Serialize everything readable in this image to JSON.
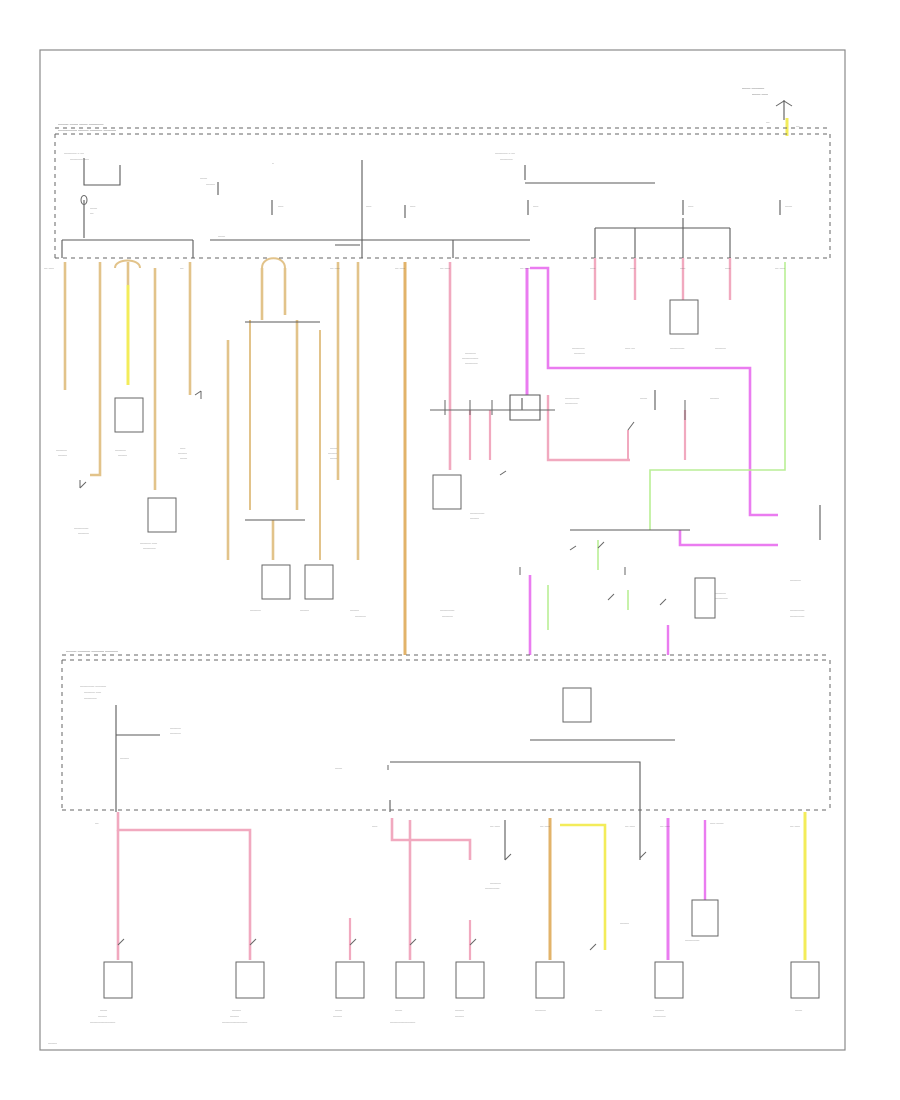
{
  "colors": {
    "background": "#ffffff",
    "wire_black": "#5a5a5a",
    "wire_tan": "#e2c38a",
    "wire_yellow": "#f3ec5a",
    "wire_pink": "#f1a9bf",
    "wire_magenta": "#ea7cf0",
    "wire_green": "#b9ee95"
  },
  "diagram": {
    "components": [
      {
        "id": "underhood-fuse-block"
      },
      {
        "id": "fuse-relay-block"
      },
      {
        "id": "elec-load-detector"
      },
      {
        "id": "blower-motor-relay"
      },
      {
        "id": "cooling-fan-relay"
      },
      {
        "id": "wiper-motor"
      },
      {
        "id": "mirror-switch"
      },
      {
        "id": "abs-modulator"
      },
      {
        "id": "dimmer-relay"
      },
      {
        "id": "key-interlock"
      },
      {
        "id": "power-window-master-switch"
      },
      {
        "id": "moonroof-switch"
      },
      {
        "id": "rear-defogger"
      },
      {
        "id": "gauge-assembly"
      },
      {
        "id": "srs-unit"
      },
      {
        "id": "front-seat-heater-l"
      },
      {
        "id": "front-seat-heater-r"
      },
      {
        "id": "rear-seat-heater"
      },
      {
        "id": "horn"
      },
      {
        "id": "daytime-running-light-control"
      },
      {
        "id": "radio"
      }
    ]
  }
}
